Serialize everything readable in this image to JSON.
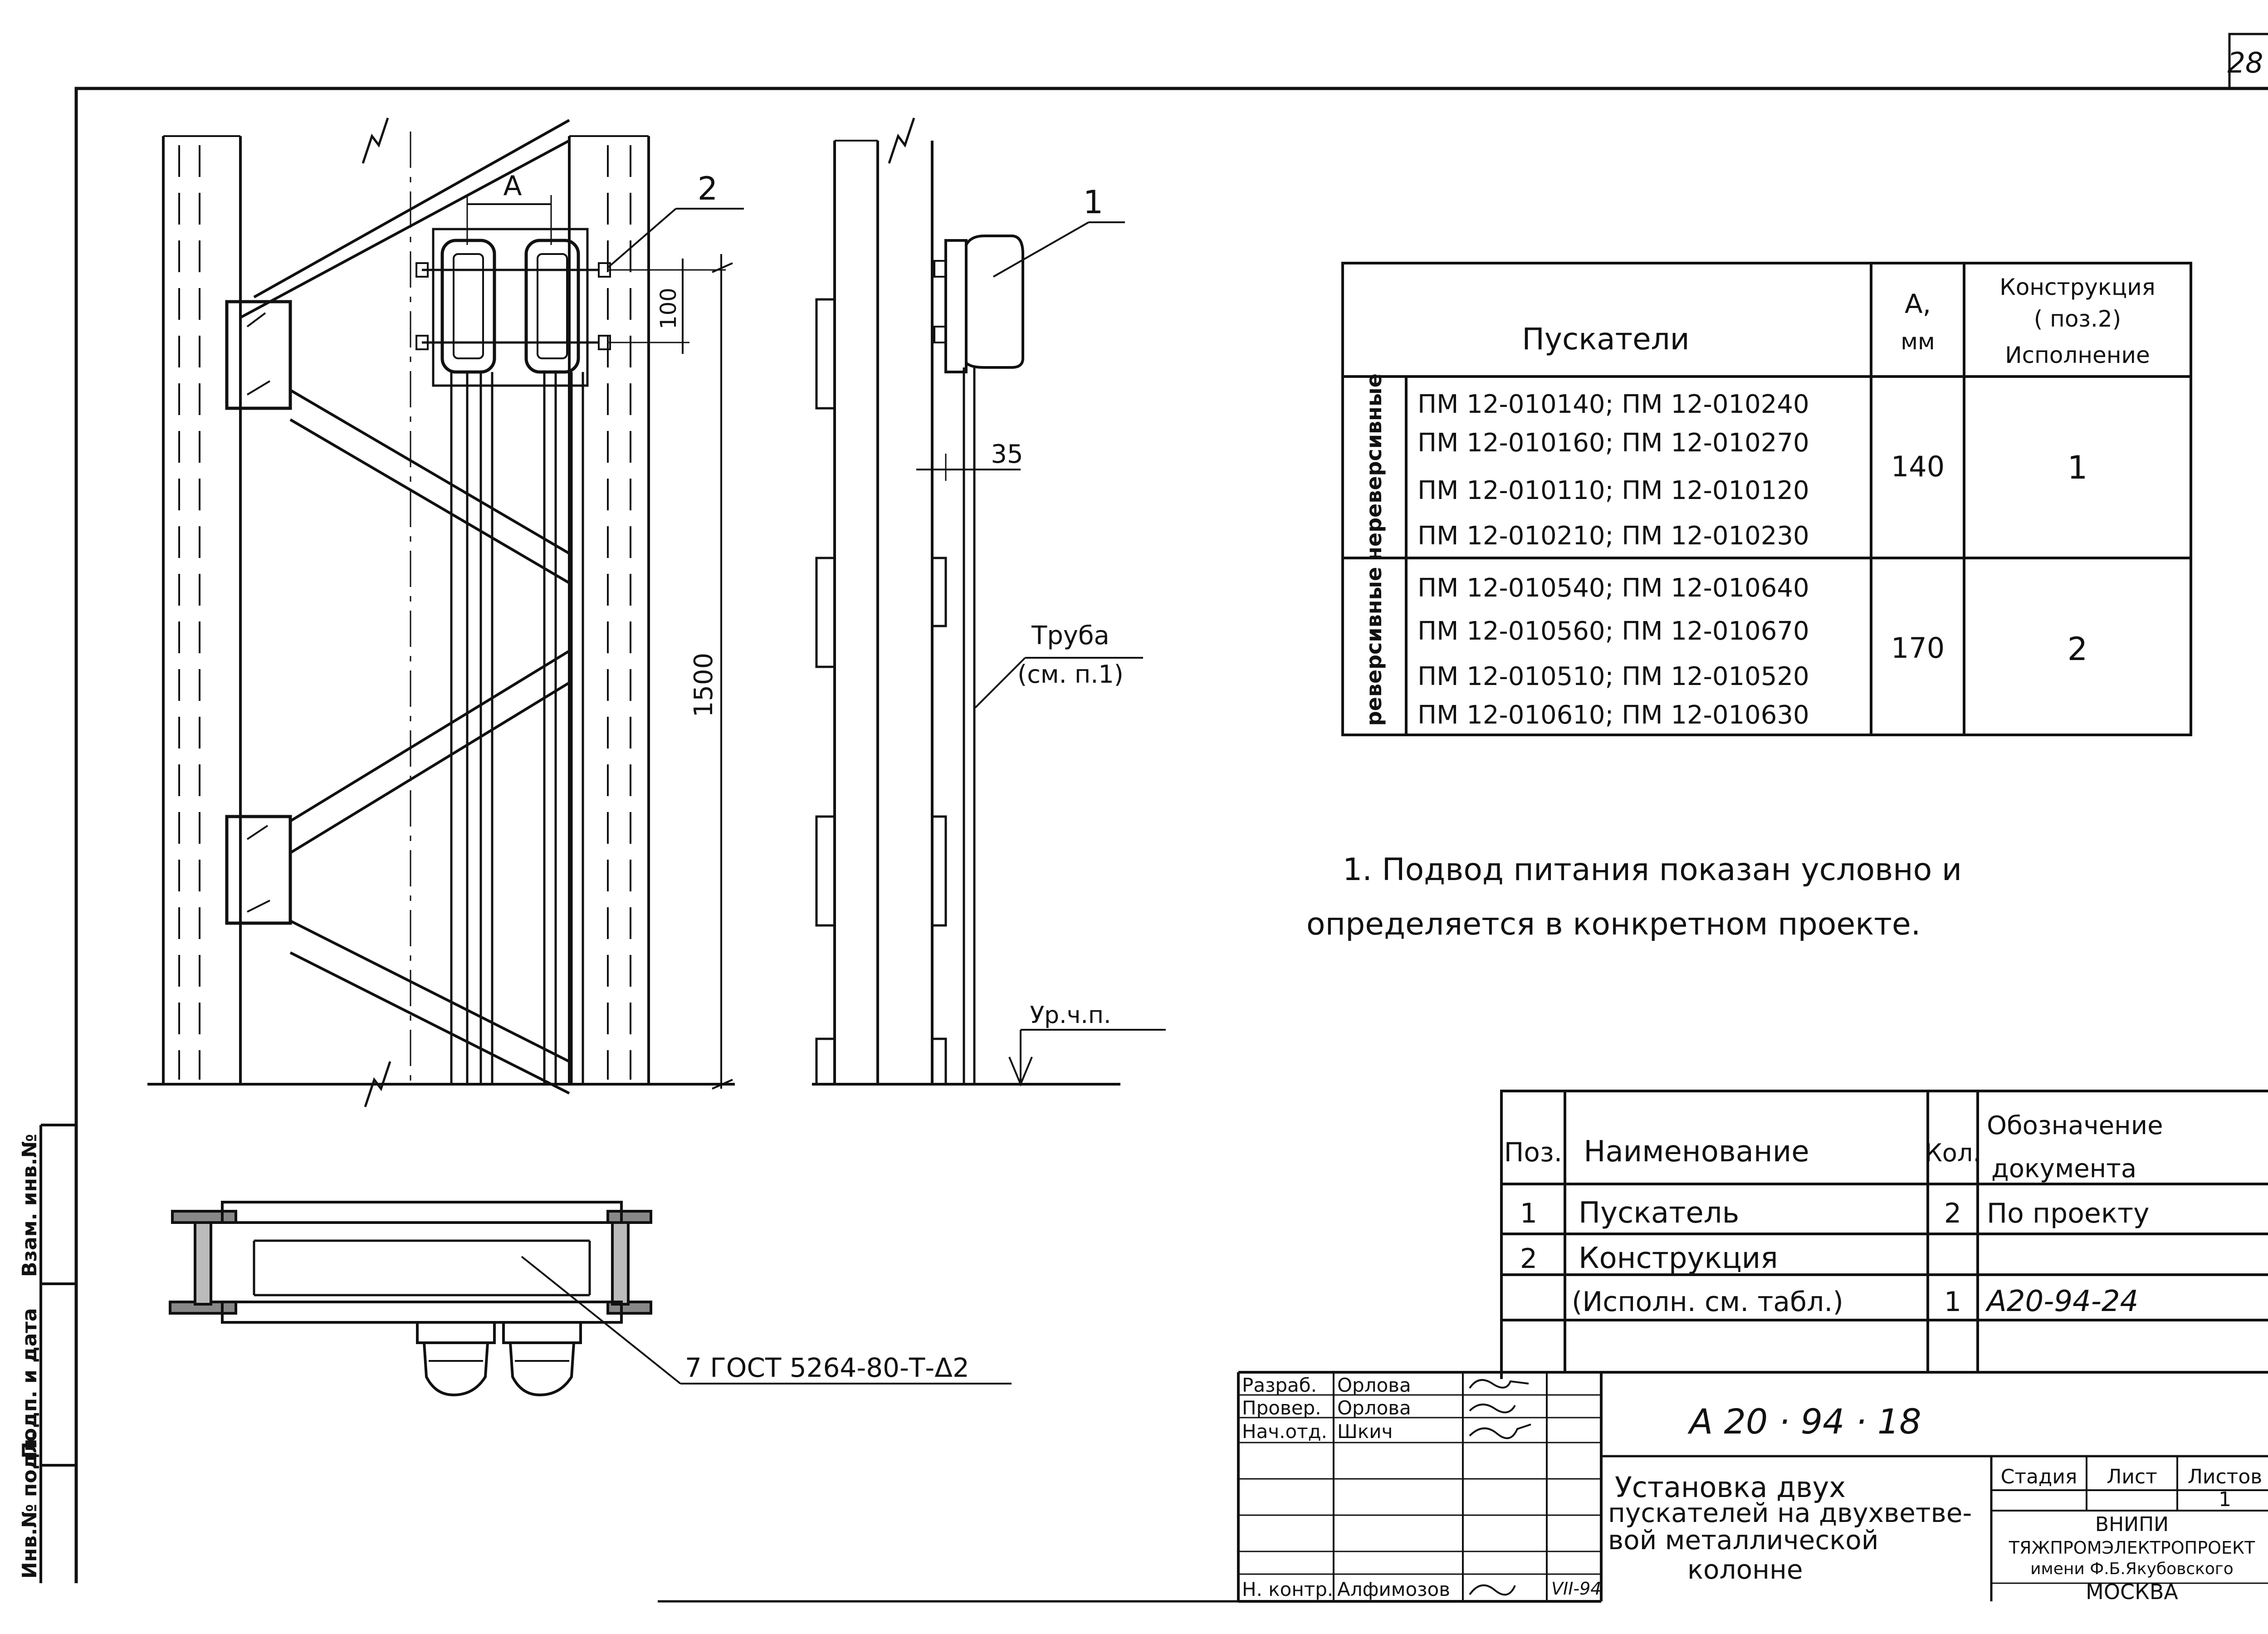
{
  "sheet": {
    "page_number": "28",
    "note": [
      "1. Подвод питания показан условно и",
      "определяется в конкретном проекте."
    ],
    "side_stamp": [
      "Инв.№ подл.",
      "Подп. и дата",
      "Взам. инв.№"
    ]
  },
  "front_view": {
    "callout_2": "2",
    "dim_A": "А",
    "dim_100": "100",
    "dim_1500": "1500"
  },
  "side_view": {
    "callout_1": "1",
    "dim_35": "35",
    "pipe_label_1": "Труба",
    "pipe_label_2": "(см. п.1)",
    "level_label": "Ур.ч.п."
  },
  "section_view": {
    "gost_label": "7 ГОСТ 5264-80-Т-Δ2"
  },
  "starters_table": {
    "headers": {
      "starters": "Пускатели",
      "a_mm_1": "А,",
      "a_mm_2": "мм",
      "construction_1": "Конструкция",
      "construction_2": "( поз.2)",
      "construction_3": "Исполнение"
    },
    "groups": [
      {
        "label": "нереверсивные",
        "lines": [
          "ПМ 12-010140; ПМ 12-010240",
          "ПМ 12-010160; ПМ 12-010270",
          "ПМ 12-010110; ПМ 12-010120",
          "ПМ 12-010210; ПМ 12-010230"
        ],
        "a": "140",
        "execution": "1"
      },
      {
        "label": "реверсивные",
        "lines": [
          "ПМ 12-010540; ПМ 12-010640",
          "ПМ 12-010560; ПМ 12-010670",
          "ПМ 12-010510; ПМ 12-010520",
          "ПМ 12-010610; ПМ 12-010630"
        ],
        "a": "170",
        "execution": "2"
      }
    ]
  },
  "spec_table": {
    "headers": {
      "pos": "Поз.",
      "name": "Наименование",
      "qty": "Кол.",
      "doc_1": "Обозначение",
      "doc_2": "документа"
    },
    "rows": [
      {
        "pos": "1",
        "name": "Пускатель",
        "qty": "2",
        "doc": "По проекту"
      },
      {
        "pos": "2",
        "name": "Конструкция",
        "qty": "",
        "doc": ""
      },
      {
        "pos": "",
        "name": "(Исполн. см. табл.)",
        "qty": "1",
        "doc": "А20-94-24"
      }
    ]
  },
  "title_block": {
    "roles": [
      {
        "role": "Разраб.",
        "name": "Орлова"
      },
      {
        "role": "Провер.",
        "name": "Орлова"
      },
      {
        "role": "Нач.отд.",
        "name": "Шкич"
      }
    ],
    "control_role": "Н. контр.",
    "control_name": "Алфимозов",
    "control_date": "VII-94",
    "doc_number": "А 20 · 94 · 18",
    "title": [
      "Установка двух",
      "пускателей на двухветве-",
      "вой металлической",
      "колонне"
    ],
    "stage_label": "Стадия",
    "sheet_label": "Лист",
    "sheets_label": "Листов",
    "sheets_value": "1",
    "org": [
      "ВНИПИ",
      "ТЯЖПРОМЭЛЕКТРОПРОЕКТ",
      "имени Ф.Б.Якубовского",
      "МОСКВА"
    ]
  }
}
